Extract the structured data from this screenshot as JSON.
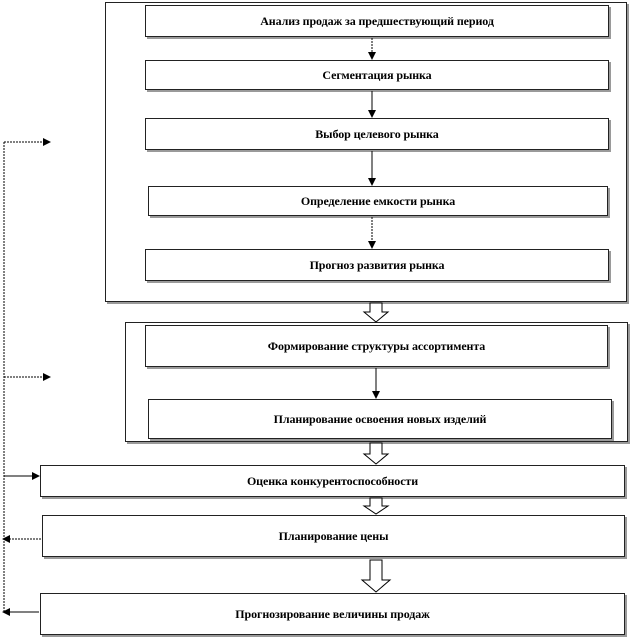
{
  "steps": {
    "sales_analysis": "Анализ продаж за предшествующий  период",
    "market_segmentation": "Сегментация рынка",
    "target_market": "Выбор целевого рынка",
    "market_capacity": "Определение емкости рынка",
    "market_forecast": "Прогноз развития рынка",
    "assortment_structure": "Формирование структуры ассортимента",
    "new_products_planning": "Планирование освоения новых изделий",
    "competitiveness": "Оценка конкурентоспособности",
    "price_planning": "Планирование цены",
    "sales_forecast": "Прогнозирование величины продаж"
  }
}
